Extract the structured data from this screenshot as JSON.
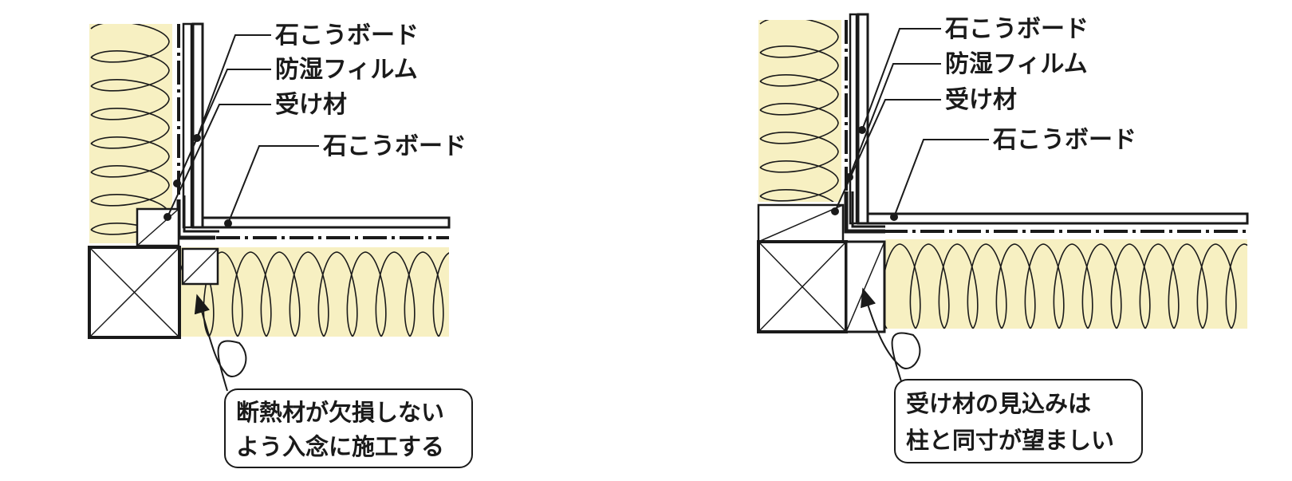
{
  "colors": {
    "insulation": "#f7f0c2",
    "line": "#1a1a1a",
    "background": "#ffffff"
  },
  "left_detail": {
    "labels": [
      "石こうボード",
      "防湿フィルム",
      "受け材",
      "石こうボード"
    ],
    "note_lines": [
      "断熱材が欠損しない",
      "よう入念に施工する"
    ]
  },
  "right_detail": {
    "labels": [
      "石こうボード",
      "防湿フィルム",
      "受け材",
      "石こうボード"
    ],
    "note_lines": [
      "受け材の見込みは",
      "柱と同寸が望ましい"
    ]
  }
}
